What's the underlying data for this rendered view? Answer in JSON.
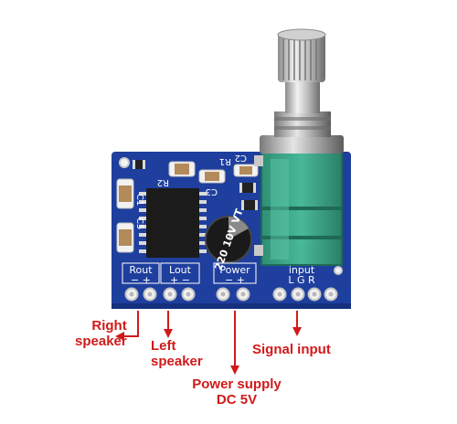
{
  "board": {
    "silkscreen": {
      "rout": "Rout",
      "lout": "Lout",
      "power": "Power",
      "input": "input",
      "rout_pins": "−  +",
      "lout_pins": "+  −",
      "power_pins": "−  +",
      "input_pins": "L  G  R",
      "r2": "R2",
      "c1": "C1",
      "c5": "C5",
      "c3": "C3",
      "c2": "C2",
      "r1": "R1"
    },
    "capacitor_marking": "220 10V VT",
    "colors": {
      "pcb": "#1f3f9e",
      "callout": "#d01a1a",
      "potentiometer": "#3aa98a"
    }
  },
  "callouts": {
    "right_speaker": "Right\nspeaker",
    "left_speaker": "Left\nspeaker",
    "signal_input": "Signal input",
    "power_supply": "Power supply\nDC 5V"
  }
}
